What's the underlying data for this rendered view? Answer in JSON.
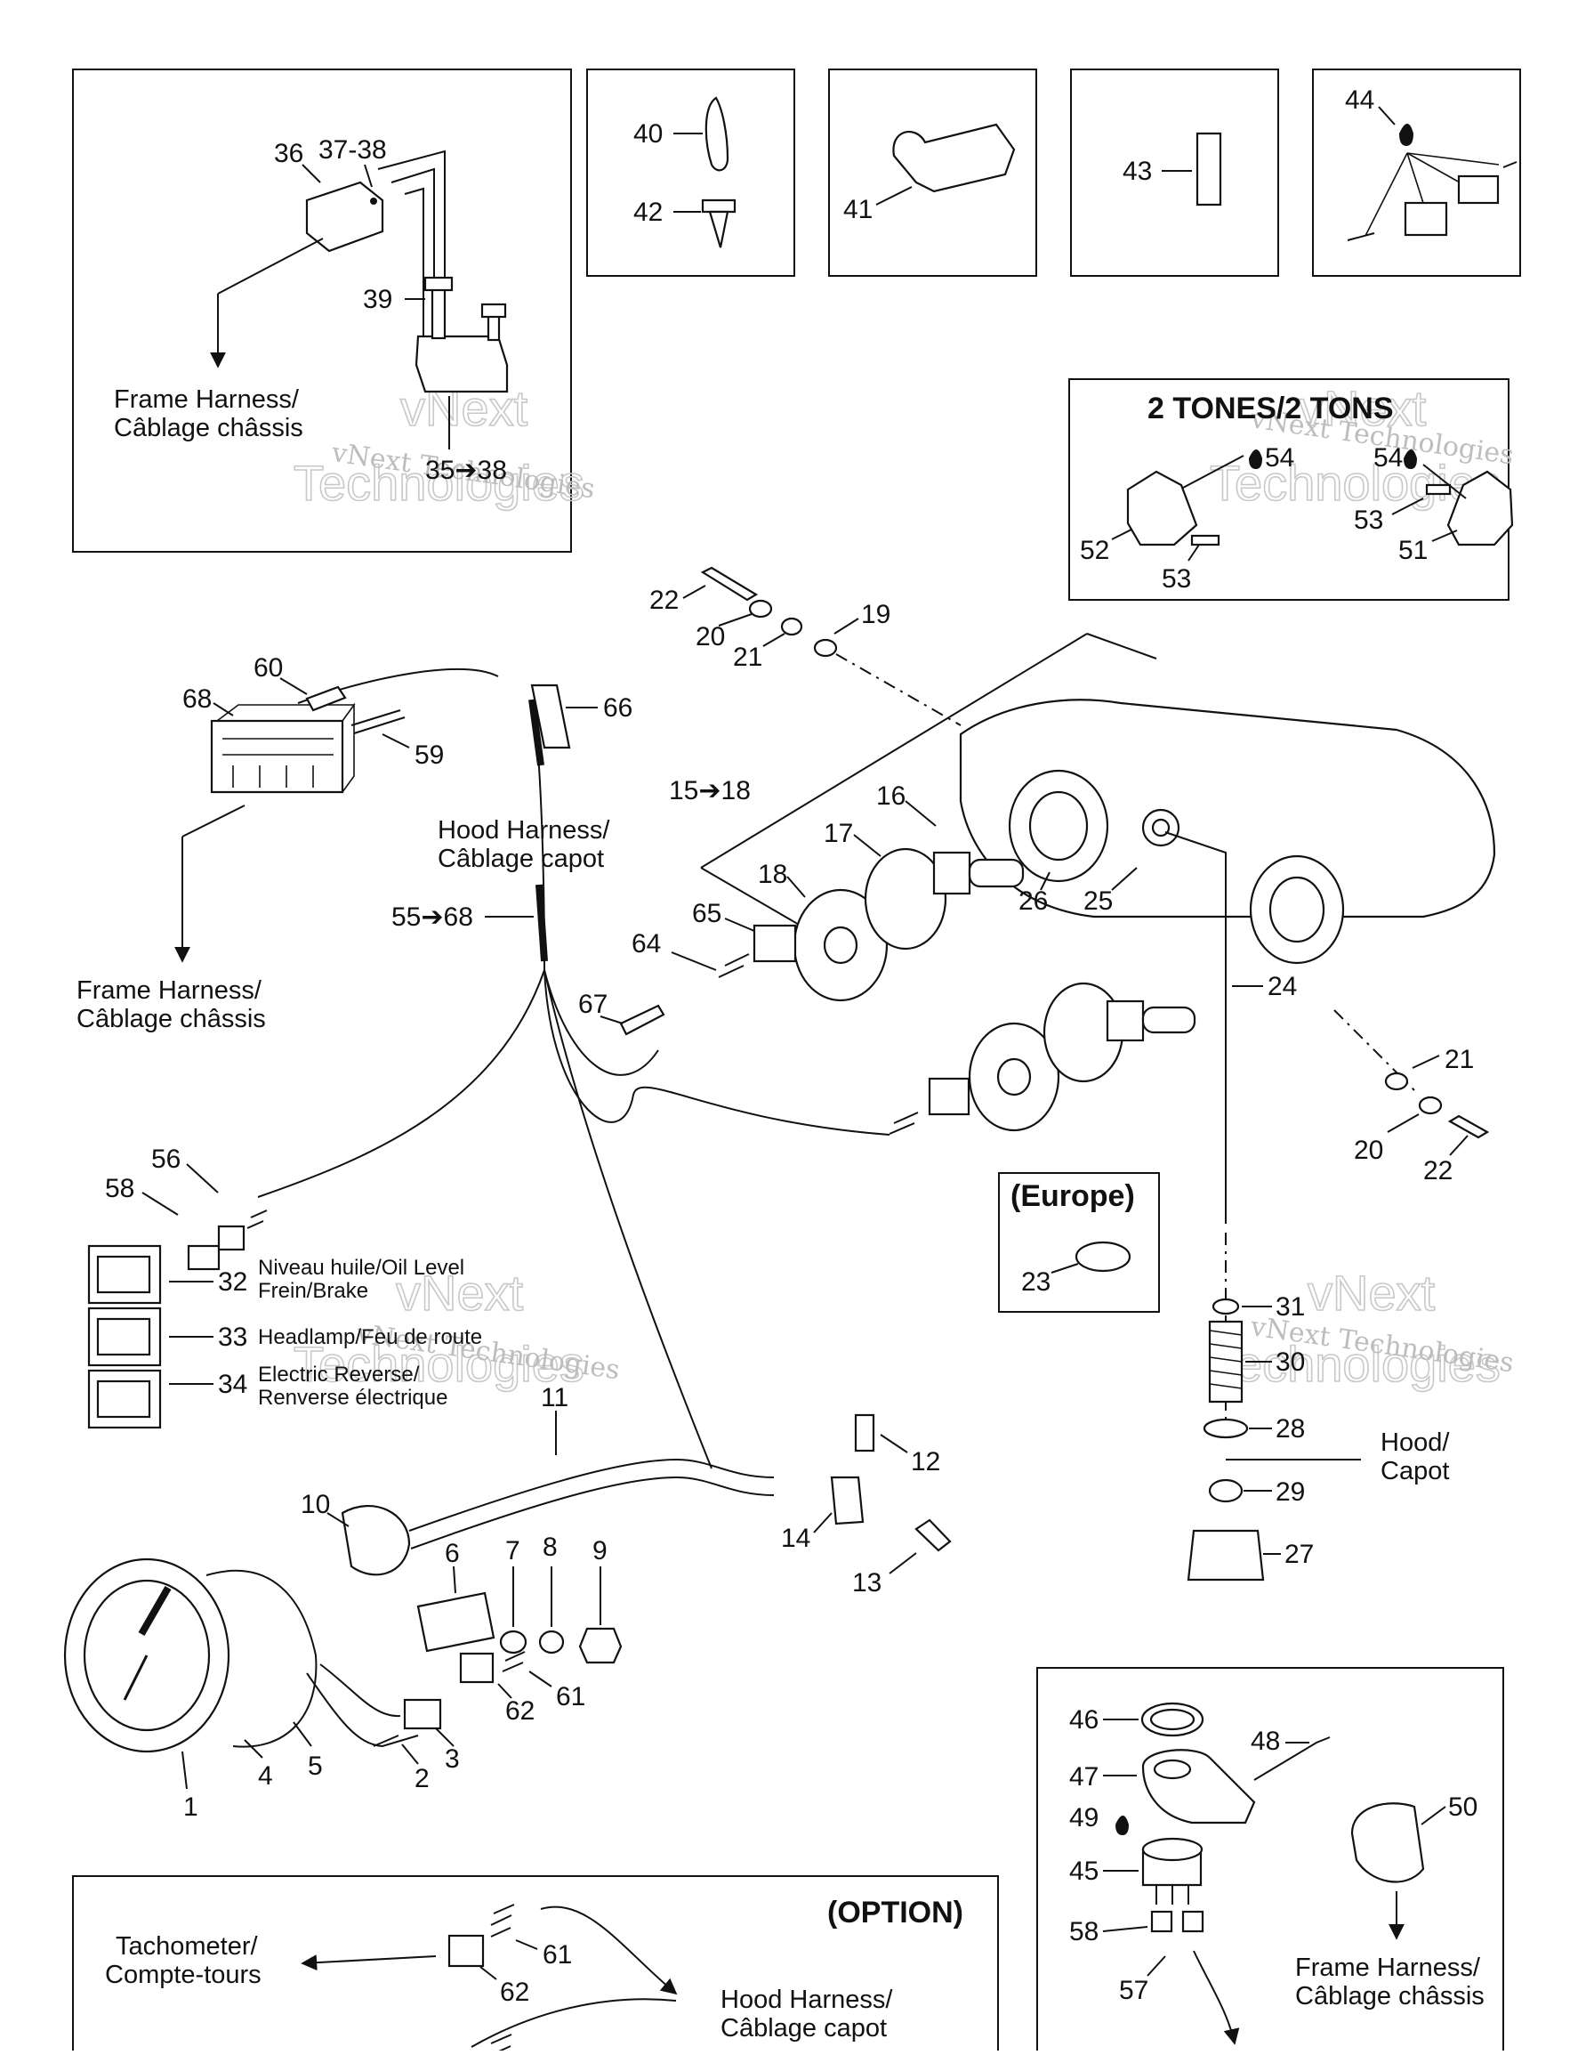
{
  "callouts": {
    "n1": "1",
    "n2": "2",
    "n3": "3",
    "n4": "4",
    "n5": "5",
    "n6": "6",
    "n7": "7",
    "n8": "8",
    "n9": "9",
    "n10": "10",
    "n11": "11",
    "n12": "12",
    "n13": "13",
    "n14": "14",
    "n15_18": "15➔18",
    "n16": "16",
    "n17": "17",
    "n18": "18",
    "n19": "19",
    "n20a": "20",
    "n20b": "20",
    "n21a": "21",
    "n21b": "21",
    "n22a": "22",
    "n22b": "22",
    "n23": "23",
    "n24": "24",
    "n25": "25",
    "n26": "26",
    "n27": "27",
    "n28": "28",
    "n29": "29",
    "n30": "30",
    "n31": "31",
    "n32": "32",
    "n33": "33",
    "n34": "34",
    "n35_38": "35➔38",
    "n36": "36",
    "n37_38": "37-38",
    "n39": "39",
    "n40": "40",
    "n41": "41",
    "n42": "42",
    "n43": "43",
    "n44": "44",
    "n45": "45",
    "n46": "46",
    "n47": "47",
    "n48": "48",
    "n49": "49",
    "n50": "50",
    "n51": "51",
    "n52": "52",
    "n53a": "53",
    "n53b": "53",
    "n54a": "54",
    "n54b": "54",
    "n55_68": "55➔68",
    "n56": "56",
    "n57": "57",
    "n58a": "58",
    "n58b": "58",
    "n59": "59",
    "n60": "60",
    "n61a": "61",
    "n61b": "61",
    "n62a": "62",
    "n62b": "62",
    "n64": "64",
    "n65": "65",
    "n66": "66",
    "n67": "67",
    "n68": "68"
  },
  "labels": {
    "frame_harness_1": "Frame Harness/",
    "frame_harness_1b": "Câblage châssis",
    "frame_harness_2": "Frame Harness/",
    "frame_harness_2b": "Câblage châssis",
    "frame_harness_3": "Frame Harness/",
    "frame_harness_3b": "Câblage châssis",
    "hood_harness_1": "Hood Harness/",
    "hood_harness_1b": "Câblage capot",
    "hood_harness_2": "Hood Harness/",
    "hood_harness_2b": "Câblage capot",
    "hood": "Hood/",
    "hood_b": "Capot",
    "tachometer": "Tachometer/",
    "tachometer_b": "Compte-tours",
    "oil_level": "Niveau huile/Oil Level",
    "brake": "Frein/Brake",
    "headlamp": "Headlamp/Feu de route",
    "electric_reverse": "Electric Reverse/",
    "electric_reverse_b": "Renverse électrique",
    "two_tones": "2 TONES/2 TONS",
    "europe": "(Europe)",
    "option": "(OPTION)"
  },
  "watermarks": {
    "logo": "vNext",
    "logo_b": "Technologies",
    "text": "vNext Technologies"
  },
  "colors": {
    "ink": "#111111",
    "watermark": "#c8c8c8",
    "paper": "#ffffff"
  }
}
